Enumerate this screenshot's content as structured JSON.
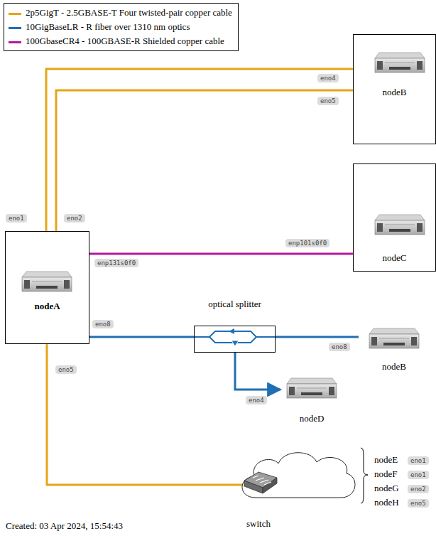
{
  "diagram": {
    "caption": "Created: 03 Apr 2024, 15:54:43",
    "nodes": [
      {
        "text": [
          "nodeB"
        ]
      },
      {
        "text": [
          "nodeC"
        ]
      },
      {
        "text": [
          "nodeA"
        ]
      },
      {
        "text": [
          "optical splitter"
        ]
      },
      {
        "text": [
          "nodeB"
        ]
      },
      {
        "text": [
          "nodeD"
        ]
      },
      {
        "text": [
          "switch"
        ]
      }
    ],
    "edges": [
      {
        "from": 2,
        "to": 0,
        "arrow": "none"
      },
      {
        "from": 2,
        "to": 0,
        "arrow": "none"
      },
      {
        "from": 2,
        "to": 1,
        "arrow": "none"
      },
      {
        "from": 2,
        "to": 3,
        "arrow": "none"
      },
      {
        "from": 3,
        "to": 4,
        "arrow": "none"
      },
      {
        "from": 3,
        "to": 5,
        "arrow": "to"
      },
      {
        "from": 2,
        "to": 6,
        "arrow": "none"
      }
    ],
    "labels": [
      "eno1",
      "eno2",
      "eno4",
      "eno5",
      "enp131s0f0",
      "enp101s0f0",
      "eno8",
      "eno8",
      "eno4",
      "eno5",
      "nodeE",
      "eno1",
      "nodeF",
      "eno1",
      "nodeG",
      "eno2",
      "nodeH",
      "eno5"
    ],
    "legend": [
      {
        "text": "2p5GigT - 2.5GBASE-T Four twisted-pair copper cable",
        "color": "#e6a516"
      },
      {
        "text": "10GigBaseLR - R fiber over 1310 nm optics",
        "color": "#1f6fb4"
      },
      {
        "text": "100GbaseCR4 - 100GBASE-R Shielded copper cable",
        "color": "#b8169f"
      }
    ]
  }
}
